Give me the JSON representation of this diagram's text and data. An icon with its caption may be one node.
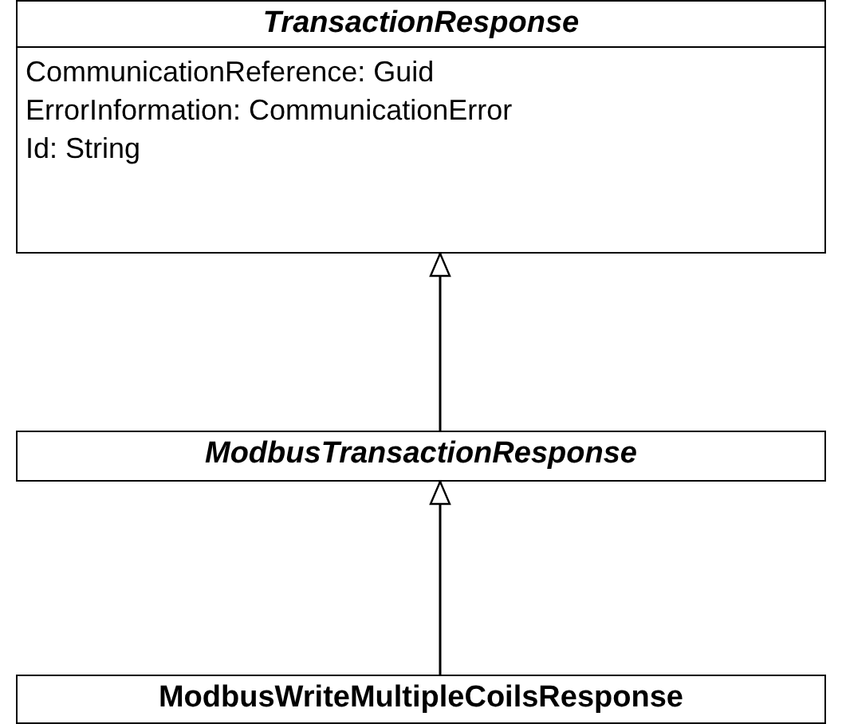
{
  "diagram": {
    "nodes": [
      {
        "text": [
          "TransactionResponse",
          "CommunicationReference: Guid",
          "ErrorInformation: CommunicationError",
          "Id: String"
        ]
      },
      {
        "text": [
          "ModbusTransactionResponse"
        ]
      },
      {
        "text": [
          "ModbusWriteMultipleCoilsResponse"
        ]
      }
    ],
    "edges": [
      {
        "from": 1,
        "to": 0,
        "arrow": "to"
      },
      {
        "from": 2,
        "to": 1,
        "arrow": "to"
      }
    ]
  }
}
